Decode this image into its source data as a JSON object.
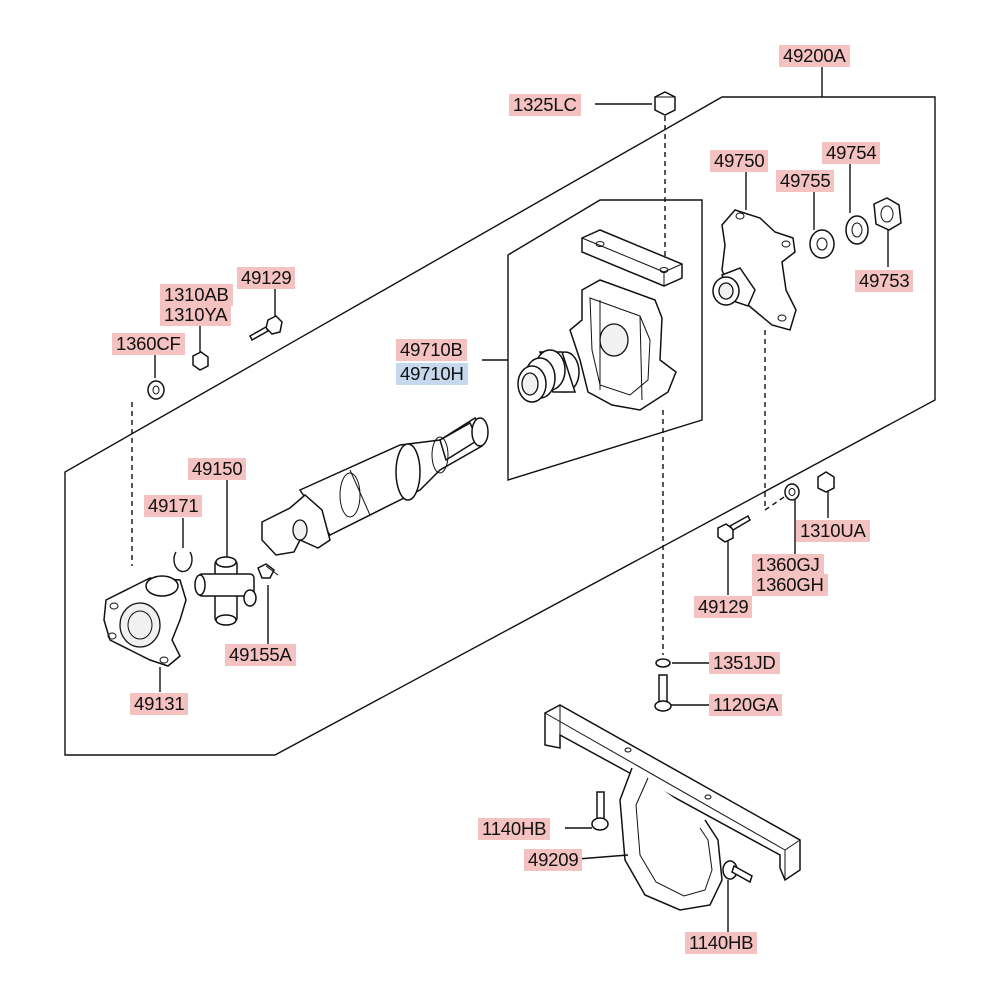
{
  "labels": [
    {
      "id": "49200A",
      "text": "49200A",
      "highlight": "red"
    },
    {
      "id": "1325LC",
      "text": "1325LC",
      "highlight": "red"
    },
    {
      "id": "49750",
      "text": "49750",
      "highlight": "red"
    },
    {
      "id": "49754",
      "text": "49754",
      "highlight": "red"
    },
    {
      "id": "49755",
      "text": "49755",
      "highlight": "red"
    },
    {
      "id": "49753",
      "text": "49753",
      "highlight": "red"
    },
    {
      "id": "49129-top",
      "text": "49129",
      "highlight": "red"
    },
    {
      "id": "1310AB",
      "text": "1310AB",
      "highlight": "red"
    },
    {
      "id": "1310YA",
      "text": "1310YA",
      "highlight": "red"
    },
    {
      "id": "1360CF",
      "text": "1360CF",
      "highlight": "red"
    },
    {
      "id": "49710B",
      "text": "49710B",
      "highlight": "red"
    },
    {
      "id": "49710H",
      "text": "49710H",
      "highlight": "blue"
    },
    {
      "id": "49150",
      "text": "49150",
      "highlight": "red"
    },
    {
      "id": "49171",
      "text": "49171",
      "highlight": "red"
    },
    {
      "id": "49155A",
      "text": "49155A",
      "highlight": "red"
    },
    {
      "id": "49131",
      "text": "49131",
      "highlight": "red"
    },
    {
      "id": "1310UA",
      "text": "1310UA",
      "highlight": "red"
    },
    {
      "id": "1360GJ",
      "text": "1360GJ",
      "highlight": "red"
    },
    {
      "id": "1360GH",
      "text": "1360GH",
      "highlight": "red"
    },
    {
      "id": "49129-bottom",
      "text": "49129",
      "highlight": "red"
    },
    {
      "id": "1351JD",
      "text": "1351JD",
      "highlight": "red"
    },
    {
      "id": "1120GA",
      "text": "1120GA",
      "highlight": "red"
    },
    {
      "id": "1140HB-left",
      "text": "1140HB",
      "highlight": "red"
    },
    {
      "id": "49209",
      "text": "49209",
      "highlight": "red"
    },
    {
      "id": "1140HB-bottom",
      "text": "1140HB",
      "highlight": "red"
    }
  ],
  "colors": {
    "label_red": "#f4c2c0",
    "label_blue": "#c6d8ee",
    "line": "#111111"
  }
}
